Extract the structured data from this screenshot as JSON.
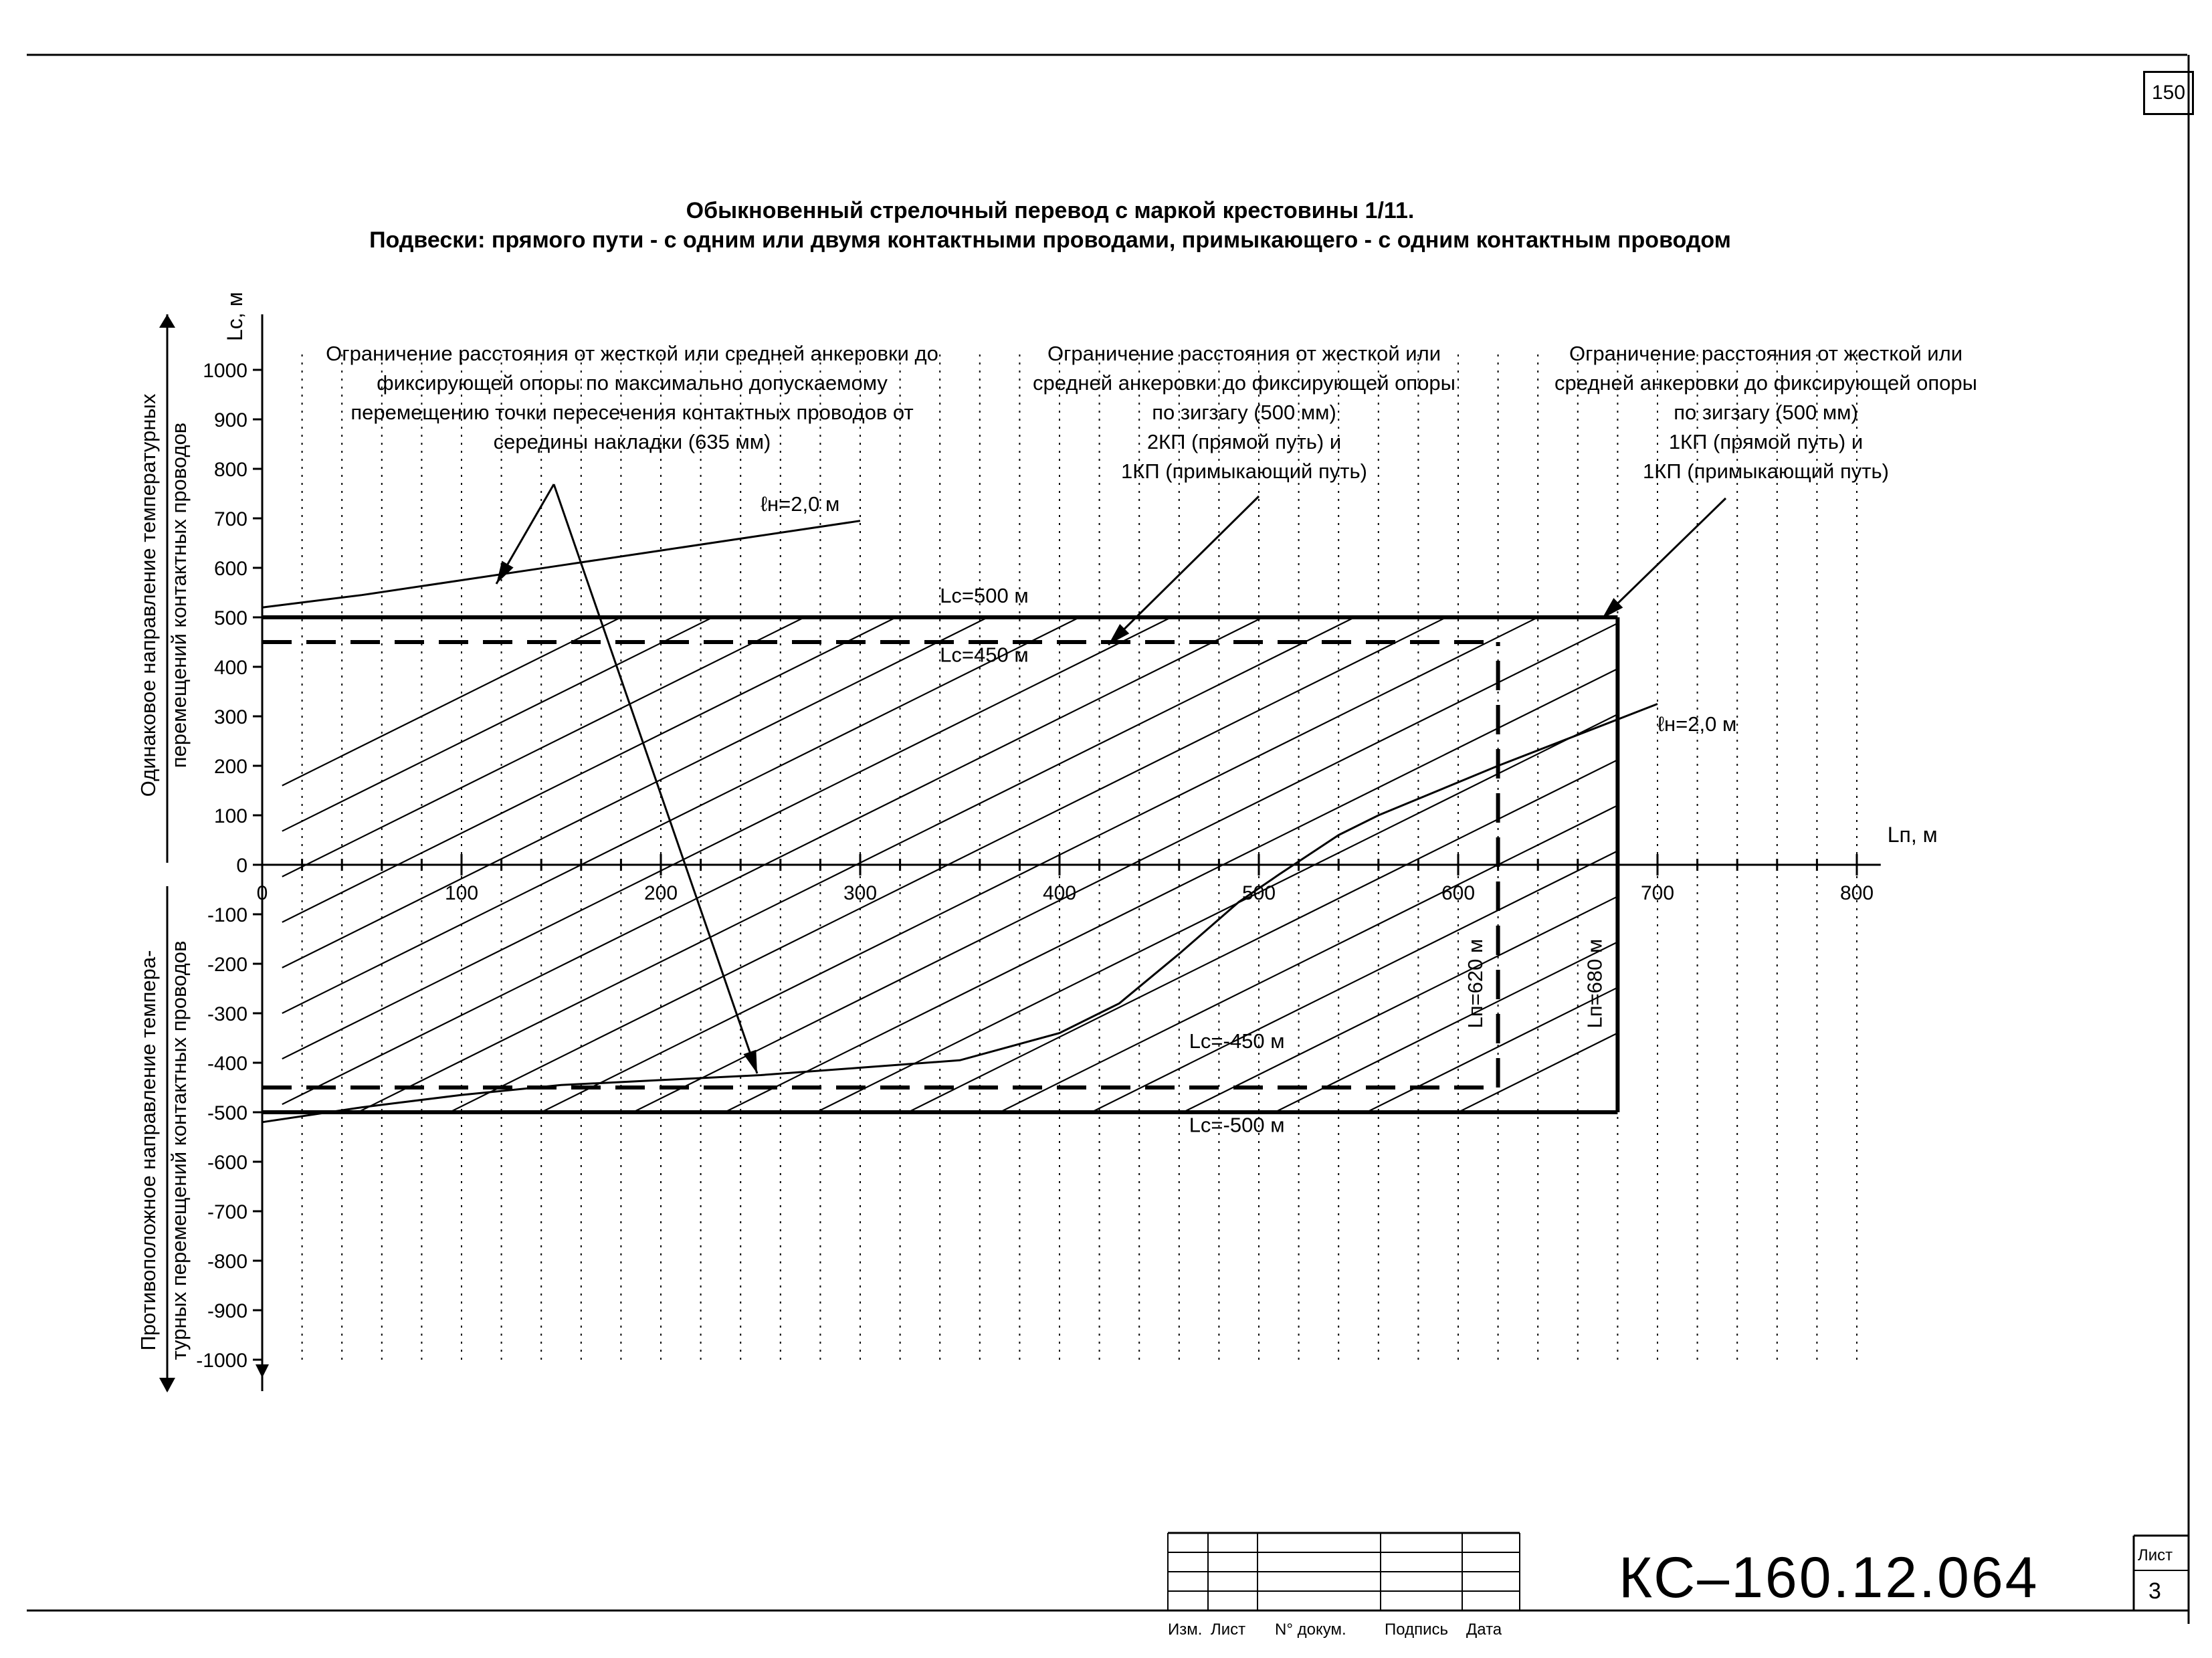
{
  "page_number": "150",
  "title_line1": "Обыкновенный стрелочный перевод с маркой крестовины 1/11.",
  "title_line2": "Подвески: прямого пути - с одним или двумя контактными проводами, примыкающего - с одним контактным проводом",
  "notes": {
    "left": [
      "Ограничение расстояния от жесткой или средней анкеровки до",
      "фиксирующей опоры по максимально допускаемому",
      "перемещению точки пересечения контактных проводов от",
      "середины накладки (635 мм)"
    ],
    "middle": [
      "Ограничение расстояния от жесткой или",
      "средней анкеровки до фиксирующей опоры",
      "по зигзагу (500 мм)",
      "2КП (прямой путь) и",
      "1КП (примыкающий путь)"
    ],
    "right": [
      "Ограничение расстояния от жесткой или",
      "средней анкеровки до фиксирующей опоры",
      "по зигзагу (500 мм)",
      "1КП (прямой путь) и",
      "1КП (примыкающий путь)"
    ]
  },
  "title_block": {
    "code": "КС–160.12.064",
    "columns": [
      "Изм.",
      "Лист",
      "N° докум.",
      "Подпись",
      "Дата"
    ],
    "sheet_label": "Лист",
    "sheet_value": "3"
  },
  "chart_data": {
    "type": "line",
    "title": "Обыкновенный стрелочный перевод с маркой крестовины 1/11.",
    "subtitle": "Подвески: прямого пути - с одним или двумя контактными проводами, примыкающего - с одним контактным проводом",
    "xlabel": "Lп, м",
    "ylabel": "Lc, м",
    "y_upper_caption": [
      "Одинаковое направление температурных",
      "перемещений контактных проводов"
    ],
    "y_lower_caption": [
      "Противоположное направление темпера-",
      "турных перемещений контактных проводов"
    ],
    "xlim": [
      0,
      800
    ],
    "ylim": [
      -1000,
      1000
    ],
    "x_ticks": [
      0,
      100,
      200,
      300,
      400,
      500,
      600,
      700,
      800
    ],
    "y_ticks": [
      1000,
      900,
      800,
      700,
      600,
      500,
      400,
      300,
      200,
      100,
      0,
      -100,
      -200,
      -300,
      -400,
      -500,
      -600,
      -700,
      -800,
      -900,
      -1000
    ],
    "grid": "vertical dotted every 20 м",
    "series": [
      {
        "name": "ℓн=2,0 м",
        "x": [
          0,
          50,
          100,
          150,
          200,
          250,
          300
        ],
        "y": [
          520,
          545,
          575,
          605,
          635,
          665,
          695
        ],
        "style": "solid"
      },
      {
        "name": "ℓн=2,0 м",
        "x": [
          0,
          50,
          100,
          150,
          200,
          250,
          300,
          350,
          400,
          430,
          460,
          490,
          510,
          540,
          560,
          620,
          700
        ],
        "y": [
          -520,
          -490,
          -465,
          -445,
          -435,
          -425,
          -410,
          -395,
          -340,
          -280,
          -180,
          -75,
          -20,
          60,
          100,
          200,
          325
        ],
        "style": "solid"
      }
    ],
    "limits": [
      {
        "label": "Lc=500 м",
        "type": "rect",
        "x": [
          0,
          680
        ],
        "y": [
          -500,
          500
        ],
        "style": "solid"
      },
      {
        "label": "Lc=450 м",
        "type": "rect",
        "x": [
          0,
          620
        ],
        "y": [
          -450,
          450
        ],
        "style": "dashed"
      },
      {
        "label": "Lc=-450 м",
        "type": "hline",
        "y": -450
      },
      {
        "label": "Lc=-500 м",
        "type": "hline",
        "y": -500
      },
      {
        "label": "Lп=620 м",
        "type": "vline",
        "x": 620,
        "style": "dashed"
      },
      {
        "label": "Lп=680 м",
        "type": "vline",
        "x": 680,
        "style": "solid"
      }
    ],
    "annotations": [
      {
        "text": "ℓн=2,0 м",
        "x": 250,
        "y": 715
      },
      {
        "text": "ℓн=2,0 м",
        "x": 700,
        "y": 270
      },
      {
        "text": "Lc=500 м",
        "x": 340,
        "y": 530
      },
      {
        "text": "Lc=450 м",
        "x": 340,
        "y": 410
      },
      {
        "text": "Lc=-450 м",
        "x": 465,
        "y": -370
      },
      {
        "text": "Lc=-500 м",
        "x": 465,
        "y": -540
      },
      {
        "text": "Lп=620 м",
        "x": 612,
        "y": -240
      },
      {
        "text": "Lп=680 м",
        "x": 672,
        "y": -240
      }
    ]
  }
}
